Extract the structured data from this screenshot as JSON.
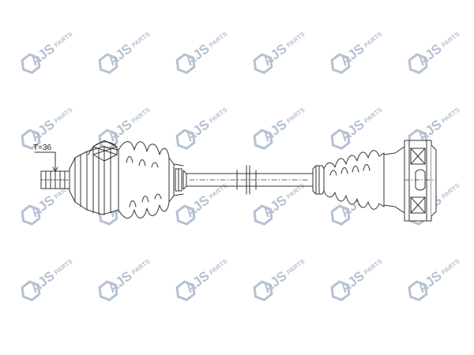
{
  "diagram": {
    "tooth_label": "T=36",
    "part_type": "drive shaft (CV axle)"
  },
  "watermark": {
    "brand": "AJS",
    "suffix": "PARTS",
    "logo_color": "#7a8fb0"
  },
  "colors": {
    "line": "#333333",
    "background": "#ffffff"
  }
}
